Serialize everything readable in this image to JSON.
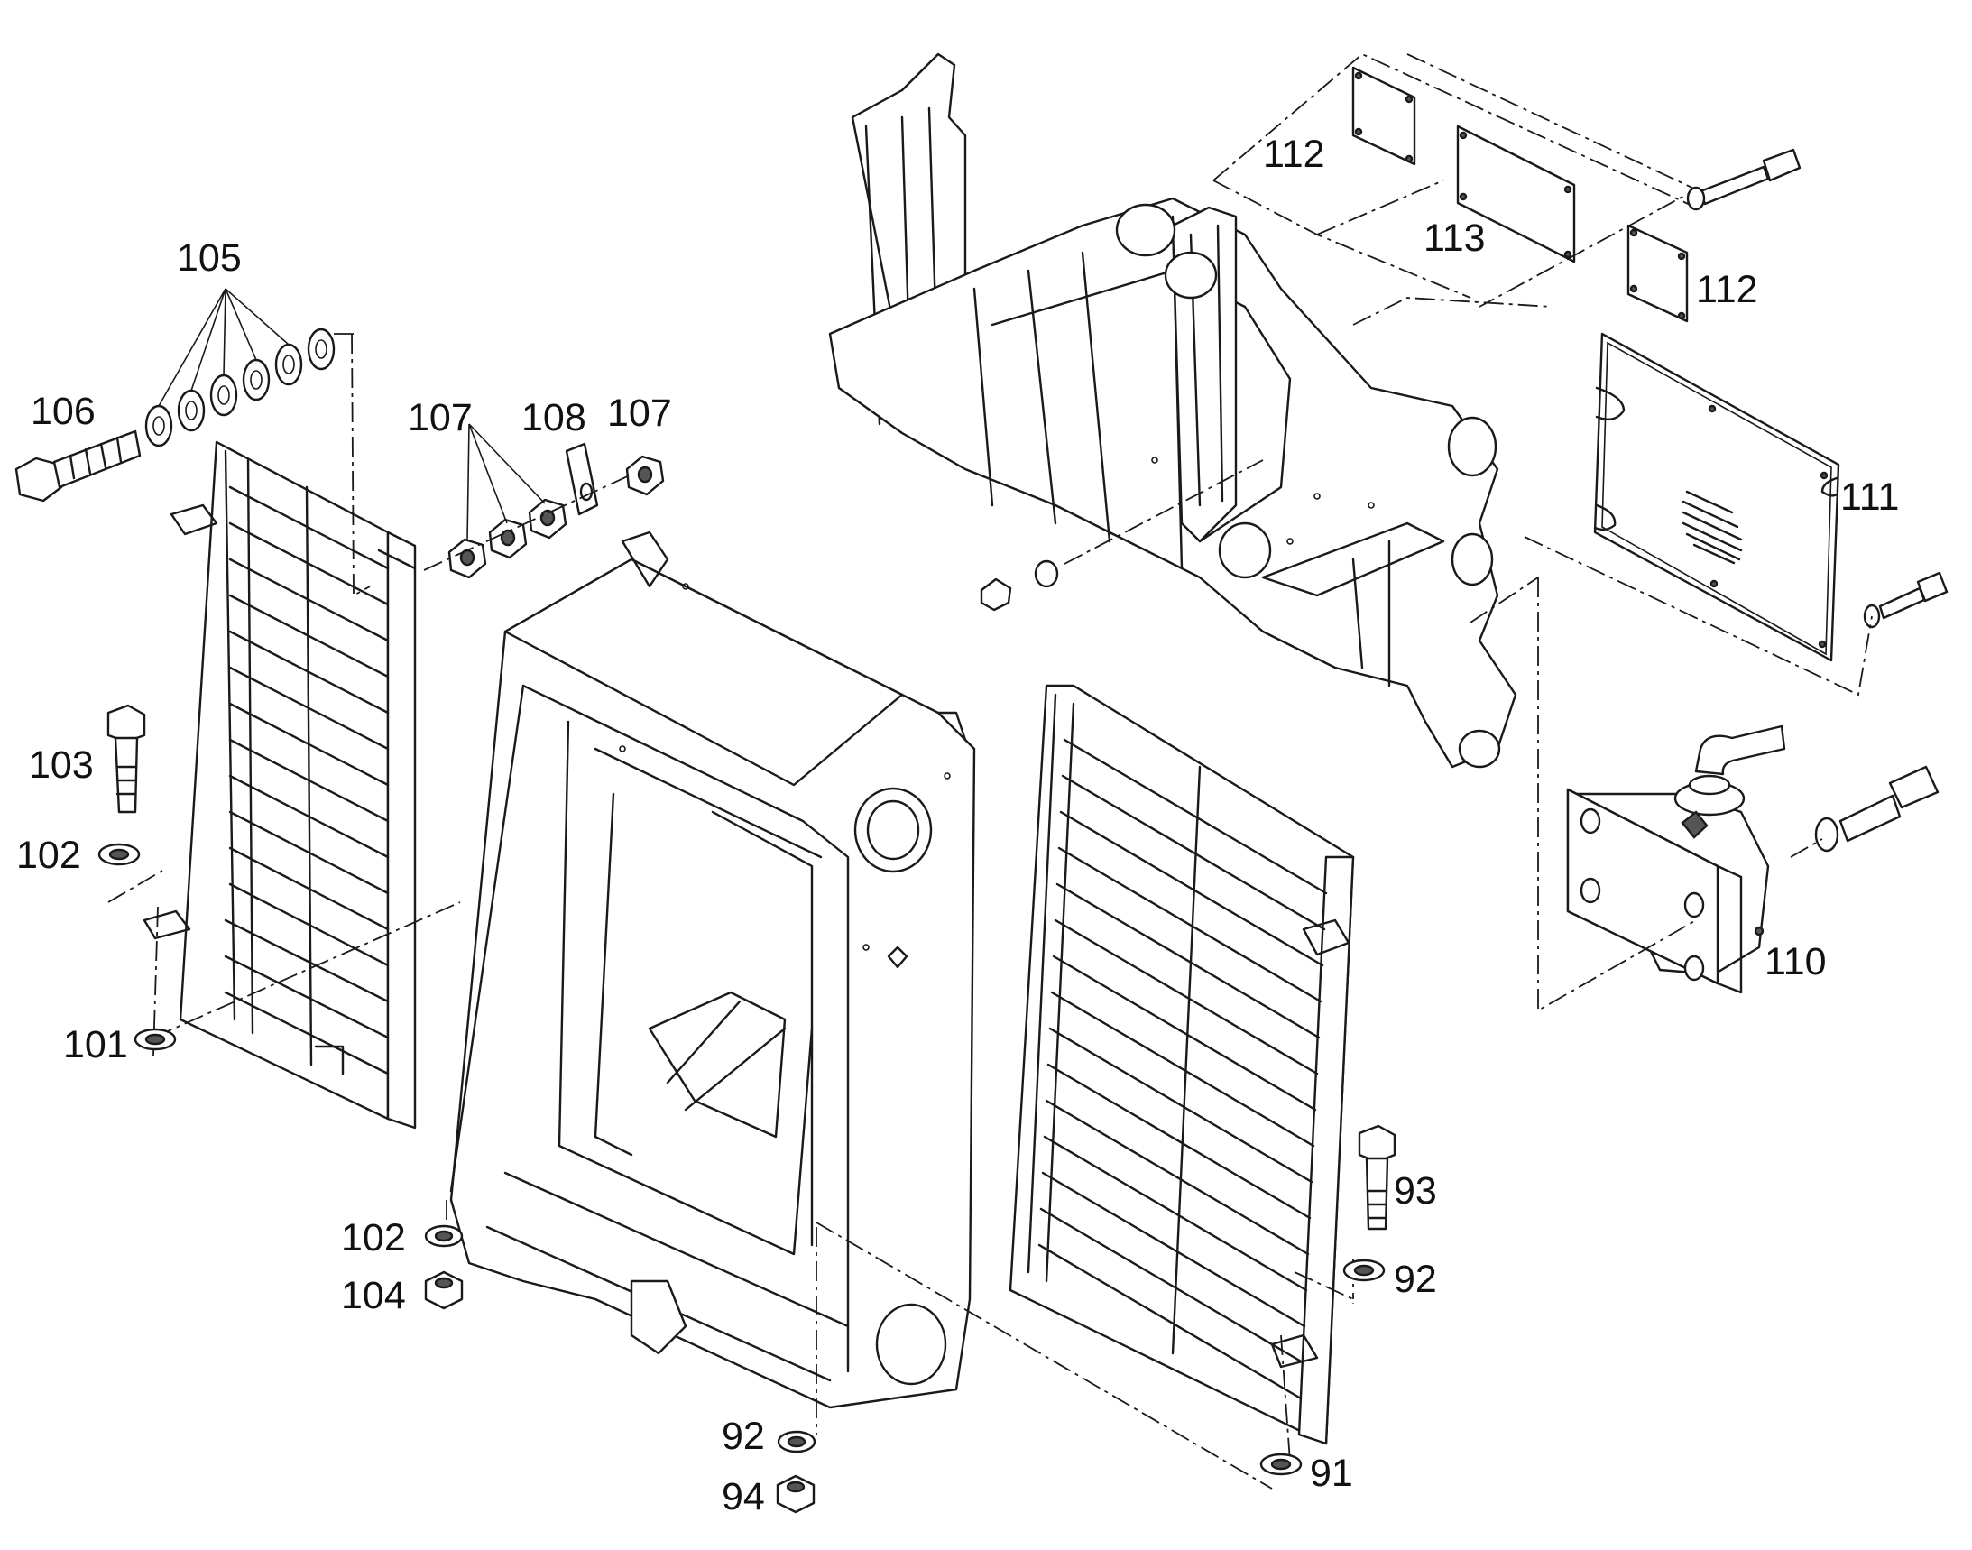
{
  "callouts": {
    "p91": "91",
    "p92a": "92",
    "p92b": "92",
    "p93": "93",
    "p94": "94",
    "p101": "101",
    "p102a": "102",
    "p102b": "102",
    "p103": "103",
    "p104": "104",
    "p105": "105",
    "p106": "106",
    "p107a": "107",
    "p107b": "107",
    "p108": "108",
    "p110": "110",
    "p111": "111",
    "p112a": "112",
    "p112b": "112",
    "p113": "113"
  }
}
